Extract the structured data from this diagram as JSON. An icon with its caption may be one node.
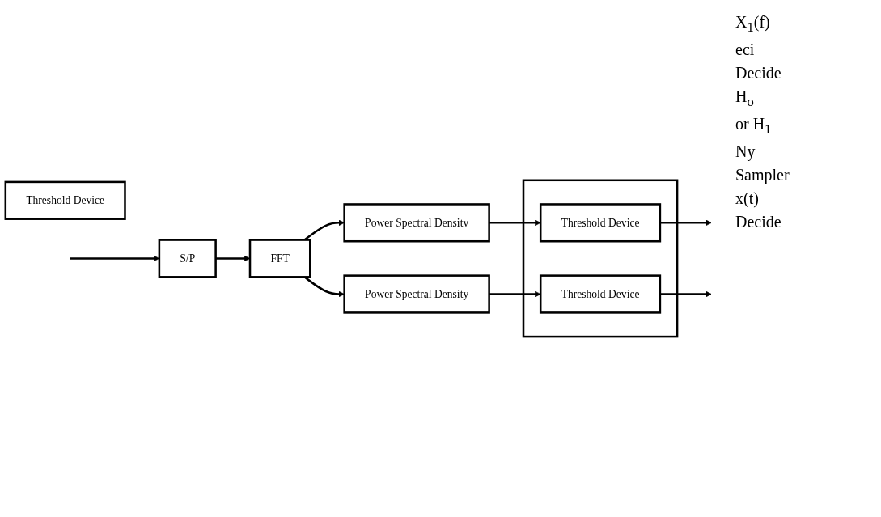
{
  "diagram": {
    "nodes": [
      {
        "text": [
          "S/P"
        ]
      },
      {
        "text": [
          "FFT"
        ]
      },
      {
        "text": [
          "Power Spectral Densitv"
        ]
      },
      {
        "text": [
          "Power Spectral Density"
        ]
      },
      {
        "text": [],
        "shape": "box"
      },
      {
        "text": [
          "Threshold Device"
        ],
        "in": 4
      },
      {
        "text": [
          "Threshold Device"
        ],
        "in": 4
      },
      {
        "text": [
          "Threshold Device"
        ]
      }
    ],
    "edges": [
      {
        "from": null,
        "to": 0,
        "arrow": "to"
      },
      {
        "from": 0,
        "to": 1,
        "arrow": "to"
      },
      {
        "from": 1,
        "to": 2,
        "arrow": "to"
      },
      {
        "from": 1,
        "to": 3,
        "arrow": "to"
      },
      {
        "from": 2,
        "to": 5,
        "arrow": "to"
      },
      {
        "from": 3,
        "to": 6,
        "arrow": "to"
      },
      {
        "from": 5,
        "to": null,
        "arrow": "to"
      },
      {
        "from": 6,
        "to": null,
        "arrow": "to"
      }
    ],
    "labels": [
      "X$_{1}$(f)",
      "eci",
      "Decide",
      "H$_{o}$",
      "or H$_{1}$",
      "Ny",
      "Sampler",
      "x(t)",
      "Decide"
    ]
  }
}
